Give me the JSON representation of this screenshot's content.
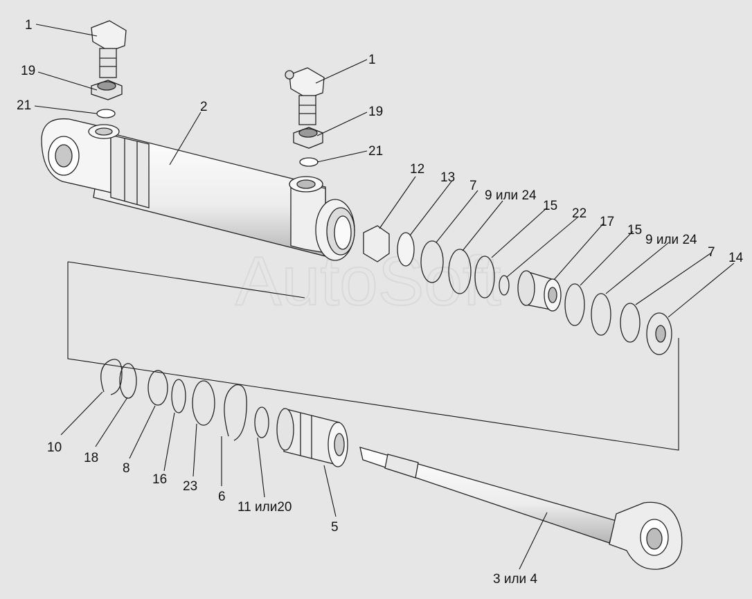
{
  "watermark": "AutoSoft",
  "labels": {
    "l1a": "1",
    "l1b": "1",
    "l19a": "19",
    "l19b": "19",
    "l21a": "21",
    "l21b": "21",
    "l2": "2",
    "l12": "12",
    "l13": "13",
    "l7a": "7",
    "l9a": "9 или 24",
    "l15a": "15",
    "l22": "22",
    "l17": "17",
    "l15b": "15",
    "l9b": "9 или 24",
    "l7b": "7",
    "l14": "14",
    "l10": "10",
    "l18": "18",
    "l8": "8",
    "l16": "16",
    "l23": "23",
    "l6": "6",
    "l11": "11 или20",
    "l5": "5",
    "l3": "3 или 4"
  },
  "colors": {
    "background": "#e6e6e6",
    "part_fill": "#f7f7f7",
    "line": "#111111",
    "shade": "#bdbdbd"
  }
}
